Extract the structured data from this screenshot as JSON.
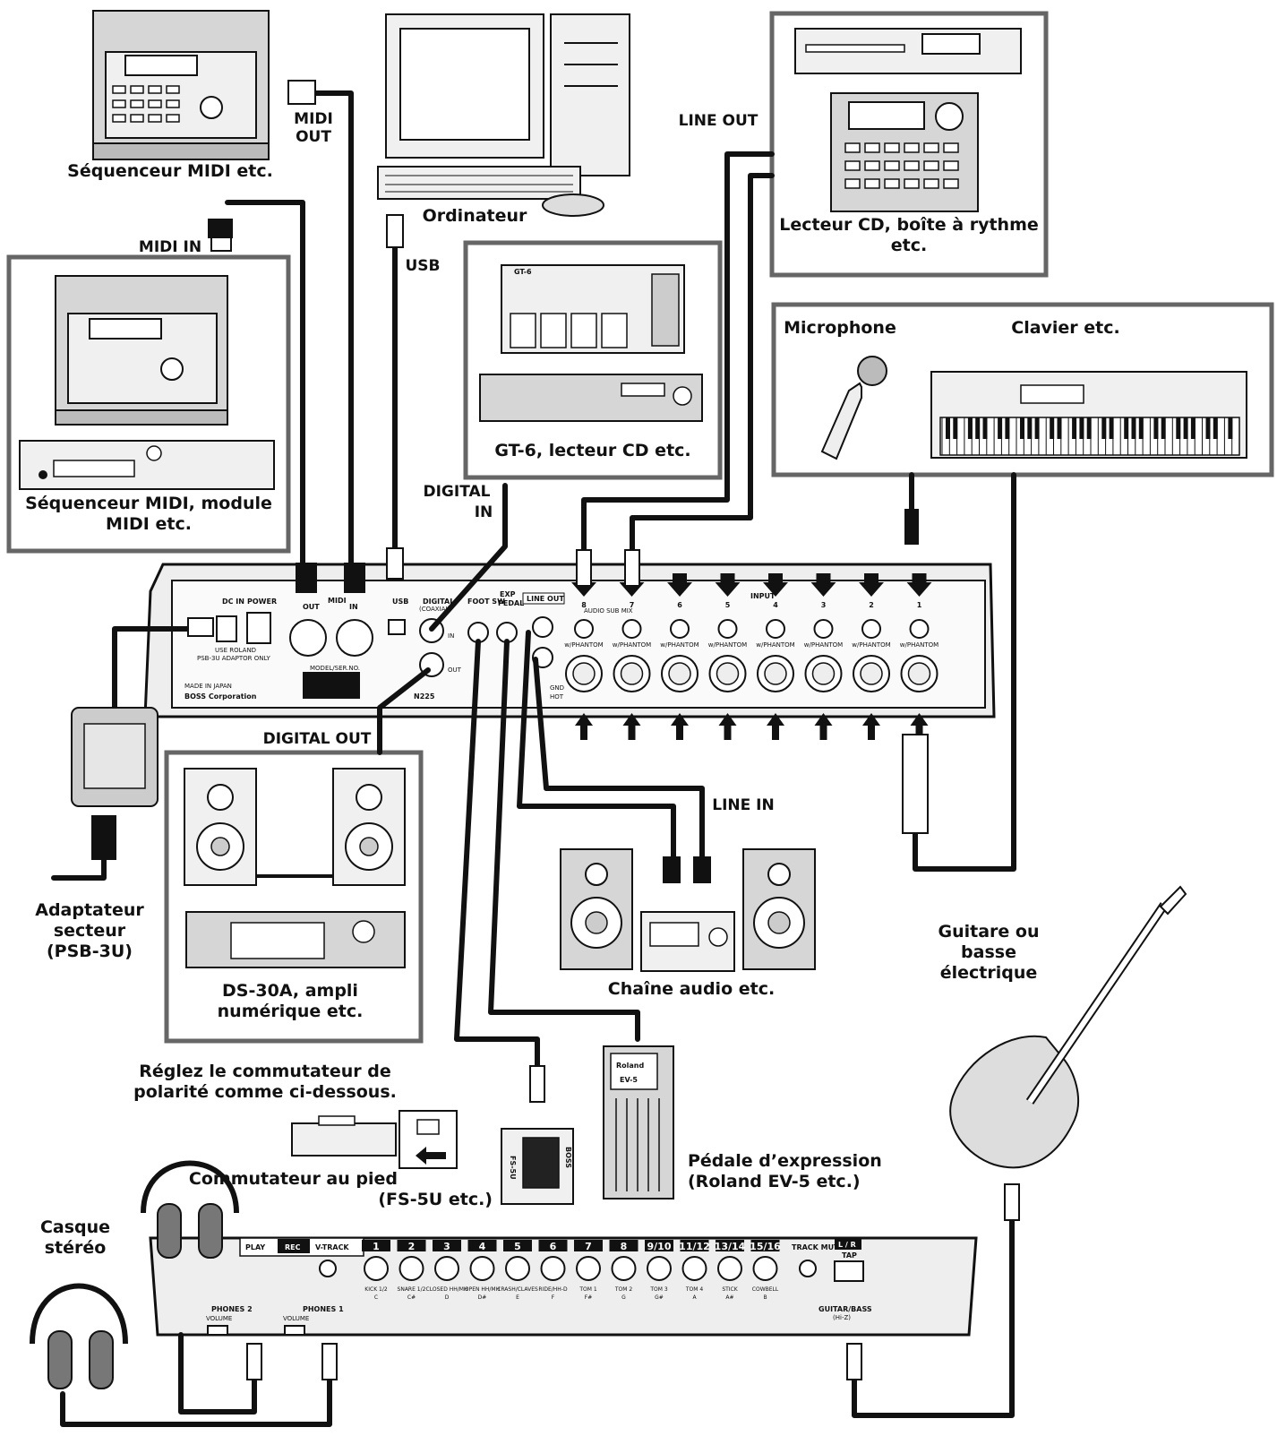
{
  "labels": {
    "midi_out": [
      "MIDI",
      "OUT"
    ],
    "midi_in": "MIDI IN",
    "usb": "USB",
    "line_out": "LINE OUT",
    "digital_in": [
      "DIGITAL",
      "IN"
    ],
    "digital_out": "DIGITAL OUT",
    "line_in": "LINE IN"
  },
  "devices": {
    "seq_midi": "Séquenceur MIDI etc.",
    "computer": "Ordinateur",
    "cd_rhythm": [
      "Lecteur CD, boîte à rythme",
      "etc."
    ],
    "seq_module": [
      "Séquenceur MIDI, module",
      "MIDI etc."
    ],
    "gt6": "GT-6, lecteur CD etc.",
    "microphone": "Microphone",
    "keyboard": "Clavier etc.",
    "adapter": [
      "Adaptateur",
      "secteur",
      "(PSB-3U)"
    ],
    "ds30a": [
      "DS-30A, ampli",
      "numérique etc."
    ],
    "audio_chain": "Chaîne audio etc.",
    "guitar": [
      "Guitare ou",
      "basse",
      "électrique"
    ],
    "polarity_note": [
      "Réglez le commutateur de",
      "polarité comme ci-dessous."
    ],
    "footswitch": [
      "Commutateur au pied",
      "(FS-5U etc.)"
    ],
    "exp_pedal": [
      "Pédale d’expression",
      "(Roland EV-5 etc.)"
    ],
    "headphones": [
      "Casque",
      "stéréo"
    ]
  },
  "rear_panel": {
    "dc_in": "DC IN",
    "power": "POWER",
    "adaptor_note": [
      "USE ROLAND",
      "PSB-3U ADAPTOR ONLY"
    ],
    "made_in": "MADE IN JAPAN",
    "brand": "BOSS Corporation",
    "midi": "MIDI",
    "midi_out": "OUT",
    "midi_in": "IN",
    "model_serial": "MODEL/SER.NO.",
    "usb": "USB",
    "digital": [
      "DIGITAL",
      "(COAXIAL)"
    ],
    "dig_in": "IN",
    "dig_out": "OUT",
    "foot_sw": "FOOT SW",
    "exp_pedal": [
      "EXP",
      "PEDAL"
    ],
    "line_out": "LINE OUT",
    "audio_sub_mix": "AUDIO SUB MIX",
    "input": "INPUT",
    "n225": "N225",
    "phantom": "w/PHANTOM",
    "channels": [
      "8",
      "7",
      "6",
      "5",
      "4",
      "3",
      "2",
      "1"
    ],
    "gnd_hot": [
      "GND",
      "HOT"
    ]
  },
  "front_panel": {
    "play": "PLAY",
    "rec": "REC",
    "vtrack": "V-TRACK",
    "track_mute": "TRACK MUTE",
    "lr": "L / R",
    "tap": "TAP",
    "phones2": "PHONES 2",
    "phones1": "PHONES 1",
    "volume": "VOLUME",
    "guitar_bass": "GUITAR/BASS",
    "guitar_bass_sub": "(Hi-Z)",
    "buttons": [
      {
        "num": "1",
        "sub": "KICK 1/2",
        "note": "C"
      },
      {
        "num": "2",
        "sub": "SNARE 1/2",
        "note": "C#"
      },
      {
        "num": "3",
        "sub": "CLOSED HH/MH",
        "note": "D"
      },
      {
        "num": "4",
        "sub": "OPEN HH/MH",
        "note": "D#"
      },
      {
        "num": "5",
        "sub": "CRASH/CLAVES",
        "note": "E"
      },
      {
        "num": "6",
        "sub": "RIDE/HH-D",
        "note": "F"
      },
      {
        "num": "7",
        "sub": "TOM 1",
        "note": "F#"
      },
      {
        "num": "8",
        "sub": "TOM 2",
        "note": "G"
      },
      {
        "num": "9/10",
        "sub": "TOM 3",
        "note": "G#"
      },
      {
        "num": "11/12",
        "sub": "TOM 4",
        "note": "A"
      },
      {
        "num": "13/14",
        "sub": "STICK",
        "note": "A#"
      },
      {
        "num": "15/16",
        "sub": "COWBELL",
        "note": "B"
      }
    ]
  },
  "brands": {
    "boss": "BOSS",
    "gt6": "GT-6",
    "roland": "Roland",
    "ev5": "EV-5",
    "fs5u": "FS-5U"
  }
}
